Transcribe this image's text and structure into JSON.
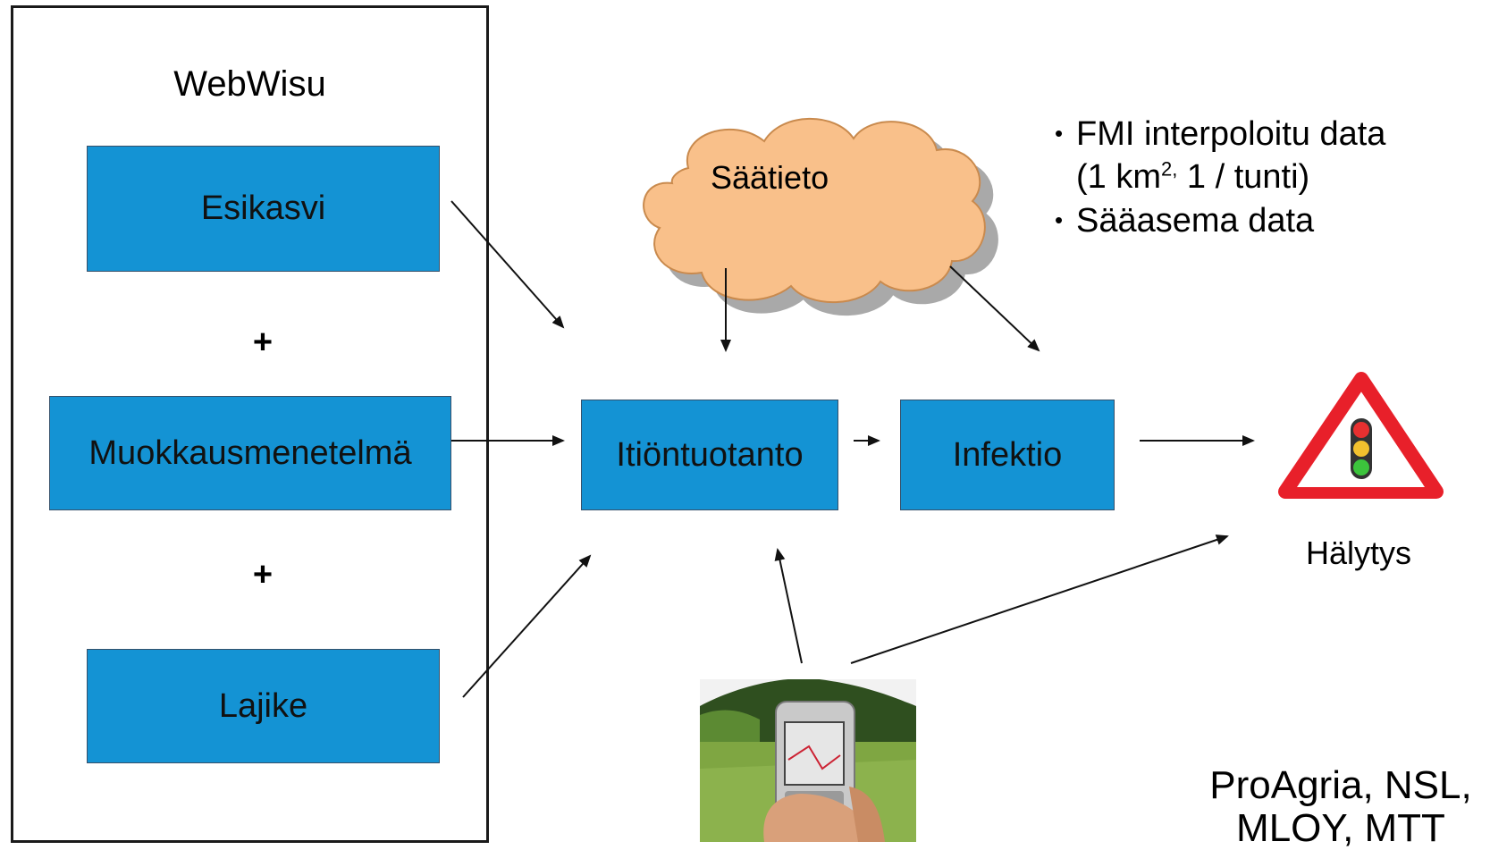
{
  "panel": {
    "title": "WebWisu",
    "plus": "+"
  },
  "boxes": {
    "esikasvi": "Esikasvi",
    "muokkaus": "Muokkausmenetelmä",
    "lajike": "Lajike",
    "itiontuotanto": "Itiöntuotanto",
    "infektio": "Infektio"
  },
  "cloud": {
    "label": "Säätieto",
    "color": "#f9c08a"
  },
  "bullets": {
    "line1": "FMI interpoloitu data",
    "line2_pre": "(1 km",
    "line2_sup": "2,",
    "line2_post": " 1 / tunti)",
    "line3": "Sääasema data",
    "bullet_char": "•"
  },
  "alarm": {
    "label": "Hälytys",
    "icon": "traffic-light-warning-icon"
  },
  "credit": {
    "line1": "ProAgria, NSL,",
    "line2": "MLOY, MTT"
  },
  "photo": {
    "icon": "mobile-phone-field-photo"
  },
  "colors": {
    "box_fill": "#1493d4",
    "cloud_fill": "#f9c08a",
    "warning_red": "#e8202a"
  }
}
